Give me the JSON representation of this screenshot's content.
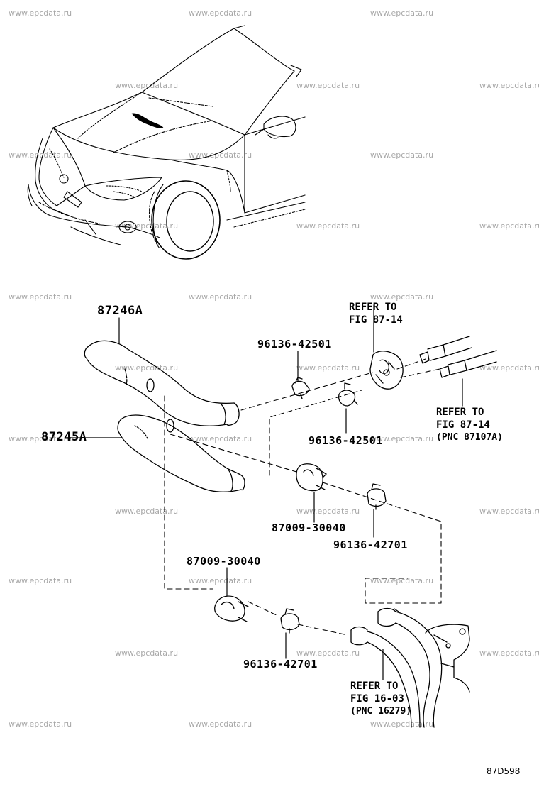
{
  "watermark": "www.epcdata.ru",
  "parts": {
    "hose_upper": "87246A",
    "hose_lower": "87245A",
    "clip_top": "96136-42501",
    "clip_mid": "96136-42501",
    "clamp_mid": "87009-30040",
    "clip_right": "96136-42701",
    "clamp_low": "87009-30040",
    "clip_low": "96136-42701"
  },
  "refs": {
    "top": {
      "line1": "REFER TO",
      "line2": "FIG 87-14"
    },
    "right": {
      "line1": "REFER TO",
      "line2": "FIG 87-14",
      "line3": "(PNC 87107A)"
    },
    "bottom": {
      "line1": "REFER TO",
      "line2": "FIG 16-03",
      "line3": "(PNC 16279)"
    }
  },
  "diagram_code": "87D598"
}
